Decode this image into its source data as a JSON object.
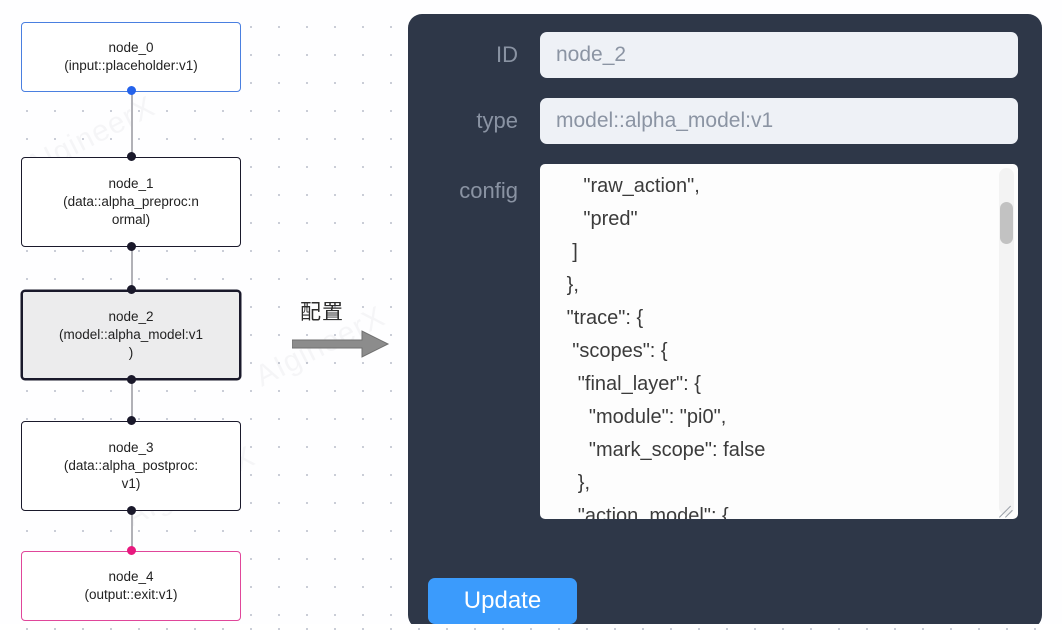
{
  "canvas": {
    "watermark_text": "AIgineerX",
    "grid_dot_color": "#c9ccd6",
    "background": "#fefeff"
  },
  "flow": {
    "edge_color": "#b1b1b7",
    "nodes": [
      {
        "id": "node_0",
        "title": "node_0",
        "subtitle": "(input::placeholder:v1)",
        "label": "node_0\n(input::placeholder:v1)",
        "accent": "#4a7fe0",
        "selected": false,
        "handle_color": "#2563eb"
      },
      {
        "id": "node_1",
        "title": "node_1",
        "subtitle": "(data::alpha_preproc:normal)",
        "label": "node_1\n(data::alpha_preproc:n\normal)",
        "accent": "#1a192b",
        "selected": false,
        "handle_color": "#1a192b"
      },
      {
        "id": "node_2",
        "title": "node_2",
        "subtitle": "(model::alpha_model:v1)",
        "label": "node_2\n(model::alpha_model:v1\n)",
        "accent": "#1a192b",
        "selected": true,
        "handle_color": "#1a192b"
      },
      {
        "id": "node_3",
        "title": "node_3",
        "subtitle": "(data::alpha_postproc:v1)",
        "label": "node_3\n(data::alpha_postproc:\nv1)",
        "accent": "#1a192b",
        "selected": false,
        "handle_color": "#1a192b"
      },
      {
        "id": "node_4",
        "title": "node_4",
        "subtitle": "(output::exit:v1)",
        "label": "node_4\n(output::exit:v1)",
        "accent": "#e0469a",
        "selected": false,
        "handle_color": "#e8197f"
      }
    ]
  },
  "annotation": {
    "caption": "配置",
    "arrow_color": "#808080"
  },
  "panel": {
    "background": "#2e3748",
    "fields": [
      {
        "key": "id",
        "label": "ID",
        "value": "node_2",
        "placeholder": "node_2"
      },
      {
        "key": "type",
        "label": "type",
        "value": "model::alpha_model:v1",
        "placeholder": "model::alpha_model:v1"
      }
    ],
    "config": {
      "label": "config",
      "value": "      \"raw_action\",\n      \"pred\"\n    ]\n   },\n   \"trace\": {\n    \"scopes\": {\n     \"final_layer\": {\n       \"module\": \"pi0\",\n       \"mark_scope\": false\n     },\n     \"action_model\": {",
      "scroll_position": "near-top"
    },
    "update_button": {
      "label": "Update",
      "color": "#3b9bfc"
    }
  }
}
